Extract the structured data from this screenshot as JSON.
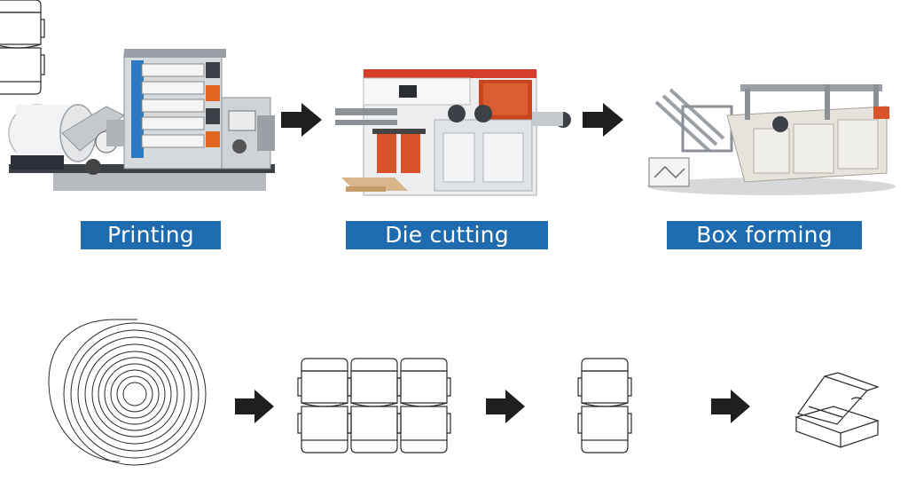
{
  "colors": {
    "label_bg": "#1f6bb0",
    "label_text": "#ffffff",
    "arrow": "#1f1f1f",
    "machine_grey": "#c8ccd0",
    "machine_dark": "#4b4f55",
    "accent_blue": "#2e79c4",
    "accent_red": "#d6402b",
    "accent_orange": "#e0651f",
    "line_art": "#2a2a2a"
  },
  "process": {
    "steps": [
      {
        "label": "Printing",
        "icon": "printing-machine-icon"
      },
      {
        "label": "Die cutting",
        "icon": "die-cutting-machine-icon"
      },
      {
        "label": "Box forming",
        "icon": "box-forming-machine-icon"
      }
    ]
  },
  "product_stages": [
    {
      "icon": "paper-roll-icon"
    },
    {
      "icon": "die-cut-sheet-icon"
    },
    {
      "icon": "single-blank-icon"
    },
    {
      "icon": "formed-box-icon"
    }
  ]
}
